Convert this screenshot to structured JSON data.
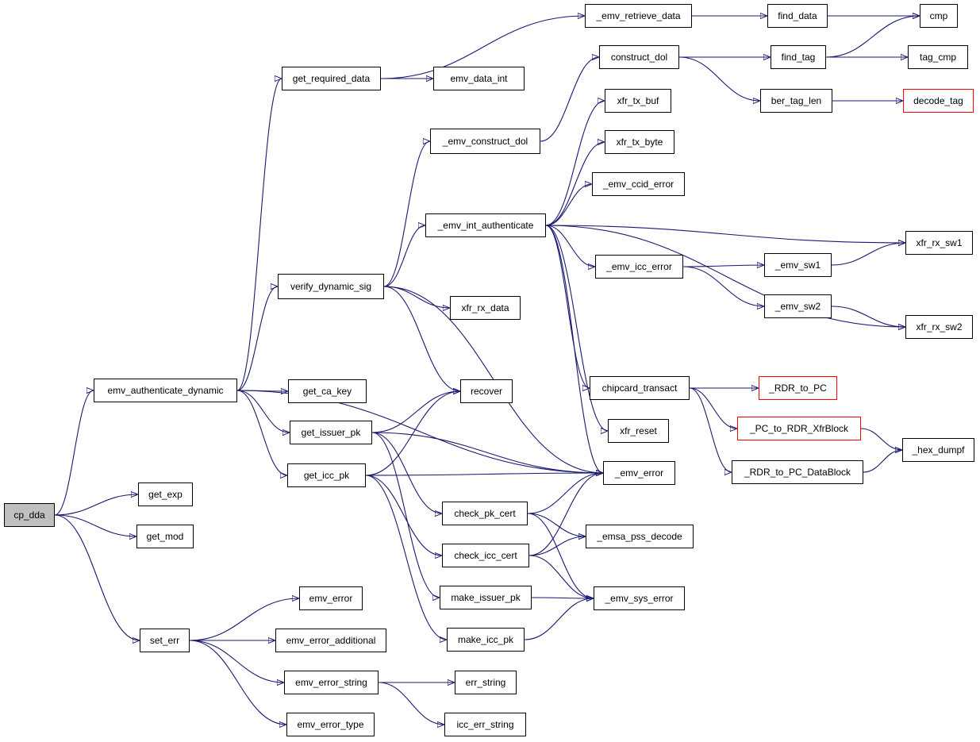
{
  "colors": {
    "edge": "#191970",
    "root_fill": "#bfbfbf",
    "node_border": "#000000",
    "truncated_border": "#ff0000"
  },
  "nodes": [
    {
      "id": "cp_dda",
      "label": "cp_dda",
      "kind": "root"
    },
    {
      "id": "emv_authenticate_dynamic",
      "label": "emv_authenticate_dynamic"
    },
    {
      "id": "get_exp",
      "label": "get_exp"
    },
    {
      "id": "get_mod",
      "label": "get_mod"
    },
    {
      "id": "set_err",
      "label": "set_err"
    },
    {
      "id": "get_required_data",
      "label": "get_required_data"
    },
    {
      "id": "verify_dynamic_sig",
      "label": "verify_dynamic_sig"
    },
    {
      "id": "get_ca_key",
      "label": "get_ca_key"
    },
    {
      "id": "get_issuer_pk",
      "label": "get_issuer_pk"
    },
    {
      "id": "get_icc_pk",
      "label": "get_icc_pk"
    },
    {
      "id": "emv_error",
      "label": "emv_error"
    },
    {
      "id": "emv_error_additional",
      "label": "emv_error_additional"
    },
    {
      "id": "emv_error_string",
      "label": "emv_error_string"
    },
    {
      "id": "emv_error_type",
      "label": "emv_error_type"
    },
    {
      "id": "_emv_retrieve_data",
      "label": "_emv_retrieve_data"
    },
    {
      "id": "emv_data_int",
      "label": "emv_data_int"
    },
    {
      "id": "_emv_construct_dol",
      "label": "_emv_construct_dol"
    },
    {
      "id": "_emv_int_authenticate",
      "label": "_emv_int_authenticate"
    },
    {
      "id": "xfr_rx_data",
      "label": "xfr_rx_data"
    },
    {
      "id": "recover",
      "label": "recover"
    },
    {
      "id": "_emv_error",
      "label": "_emv_error"
    },
    {
      "id": "check_pk_cert",
      "label": "check_pk_cert"
    },
    {
      "id": "check_icc_cert",
      "label": "check_icc_cert"
    },
    {
      "id": "make_issuer_pk",
      "label": "make_issuer_pk"
    },
    {
      "id": "make_icc_pk",
      "label": "make_icc_pk"
    },
    {
      "id": "err_string",
      "label": "err_string"
    },
    {
      "id": "icc_err_string",
      "label": "icc_err_string"
    },
    {
      "id": "find_data",
      "label": "find_data"
    },
    {
      "id": "construct_dol",
      "label": "construct_dol"
    },
    {
      "id": "xfr_tx_buf",
      "label": "xfr_tx_buf"
    },
    {
      "id": "xfr_tx_byte",
      "label": "xfr_tx_byte"
    },
    {
      "id": "_emv_ccid_error",
      "label": "_emv_ccid_error"
    },
    {
      "id": "_emv_icc_error",
      "label": "_emv_icc_error"
    },
    {
      "id": "chipcard_transact",
      "label": "chipcard_transact"
    },
    {
      "id": "xfr_reset",
      "label": "xfr_reset"
    },
    {
      "id": "_emsa_pss_decode",
      "label": "_emsa_pss_decode"
    },
    {
      "id": "_emv_sys_error",
      "label": "_emv_sys_error"
    },
    {
      "id": "cmp",
      "label": "cmp"
    },
    {
      "id": "find_tag",
      "label": "find_tag"
    },
    {
      "id": "ber_tag_len",
      "label": "ber_tag_len"
    },
    {
      "id": "tag_cmp",
      "label": "tag_cmp"
    },
    {
      "id": "decode_tag",
      "label": "decode_tag",
      "kind": "truncated"
    },
    {
      "id": "_emv_sw1",
      "label": "_emv_sw1"
    },
    {
      "id": "_emv_sw2",
      "label": "_emv_sw2"
    },
    {
      "id": "xfr_rx_sw1",
      "label": "xfr_rx_sw1"
    },
    {
      "id": "xfr_rx_sw2",
      "label": "xfr_rx_sw2"
    },
    {
      "id": "_RDR_to_PC",
      "label": "_RDR_to_PC",
      "kind": "truncated"
    },
    {
      "id": "_PC_to_RDR_XfrBlock",
      "label": "_PC_to_RDR_XfrBlock",
      "kind": "truncated"
    },
    {
      "id": "_RDR_to_PC_DataBlock",
      "label": "_RDR_to_PC_DataBlock"
    },
    {
      "id": "_hex_dumpf",
      "label": "_hex_dumpf"
    }
  ],
  "edges": [
    [
      "cp_dda",
      "emv_authenticate_dynamic"
    ],
    [
      "cp_dda",
      "get_exp"
    ],
    [
      "cp_dda",
      "get_mod"
    ],
    [
      "cp_dda",
      "set_err"
    ],
    [
      "emv_authenticate_dynamic",
      "get_required_data"
    ],
    [
      "emv_authenticate_dynamic",
      "verify_dynamic_sig"
    ],
    [
      "emv_authenticate_dynamic",
      "get_ca_key"
    ],
    [
      "emv_authenticate_dynamic",
      "get_issuer_pk"
    ],
    [
      "emv_authenticate_dynamic",
      "get_icc_pk"
    ],
    [
      "emv_authenticate_dynamic",
      "_emv_error"
    ],
    [
      "get_required_data",
      "_emv_retrieve_data"
    ],
    [
      "get_required_data",
      "emv_data_int"
    ],
    [
      "_emv_retrieve_data",
      "find_data"
    ],
    [
      "find_data",
      "cmp"
    ],
    [
      "verify_dynamic_sig",
      "_emv_construct_dol"
    ],
    [
      "verify_dynamic_sig",
      "_emv_int_authenticate"
    ],
    [
      "verify_dynamic_sig",
      "xfr_rx_data"
    ],
    [
      "verify_dynamic_sig",
      "recover"
    ],
    [
      "verify_dynamic_sig",
      "_emv_error"
    ],
    [
      "_emv_construct_dol",
      "construct_dol"
    ],
    [
      "construct_dol",
      "find_tag"
    ],
    [
      "construct_dol",
      "ber_tag_len"
    ],
    [
      "find_tag",
      "cmp"
    ],
    [
      "find_tag",
      "tag_cmp"
    ],
    [
      "ber_tag_len",
      "decode_tag"
    ],
    [
      "_emv_int_authenticate",
      "xfr_tx_buf"
    ],
    [
      "_emv_int_authenticate",
      "xfr_tx_byte"
    ],
    [
      "_emv_int_authenticate",
      "_emv_ccid_error"
    ],
    [
      "_emv_int_authenticate",
      "xfr_rx_sw1"
    ],
    [
      "_emv_int_authenticate",
      "_emv_icc_error"
    ],
    [
      "_emv_int_authenticate",
      "xfr_rx_sw2"
    ],
    [
      "_emv_int_authenticate",
      "chipcard_transact"
    ],
    [
      "_emv_int_authenticate",
      "xfr_reset"
    ],
    [
      "_emv_int_authenticate",
      "_emv_error"
    ],
    [
      "_emv_icc_error",
      "_emv_sw1"
    ],
    [
      "_emv_icc_error",
      "_emv_sw2"
    ],
    [
      "_emv_sw1",
      "xfr_rx_sw1"
    ],
    [
      "_emv_sw2",
      "xfr_rx_sw2"
    ],
    [
      "chipcard_transact",
      "_RDR_to_PC"
    ],
    [
      "chipcard_transact",
      "_PC_to_RDR_XfrBlock"
    ],
    [
      "chipcard_transact",
      "_RDR_to_PC_DataBlock"
    ],
    [
      "_PC_to_RDR_XfrBlock",
      "_hex_dumpf"
    ],
    [
      "_RDR_to_PC_DataBlock",
      "_hex_dumpf"
    ],
    [
      "get_issuer_pk",
      "recover"
    ],
    [
      "get_issuer_pk",
      "_emv_error"
    ],
    [
      "get_issuer_pk",
      "check_pk_cert"
    ],
    [
      "get_issuer_pk",
      "make_issuer_pk"
    ],
    [
      "get_icc_pk",
      "recover"
    ],
    [
      "get_icc_pk",
      "_emv_error"
    ],
    [
      "get_icc_pk",
      "check_icc_cert"
    ],
    [
      "get_icc_pk",
      "make_icc_pk"
    ],
    [
      "check_pk_cert",
      "_emv_error"
    ],
    [
      "check_pk_cert",
      "_emsa_pss_decode"
    ],
    [
      "check_pk_cert",
      "_emv_sys_error"
    ],
    [
      "check_icc_cert",
      "_emv_error"
    ],
    [
      "check_icc_cert",
      "_emsa_pss_decode"
    ],
    [
      "check_icc_cert",
      "_emv_sys_error"
    ],
    [
      "make_issuer_pk",
      "_emv_sys_error"
    ],
    [
      "make_icc_pk",
      "_emv_sys_error"
    ],
    [
      "set_err",
      "emv_error"
    ],
    [
      "set_err",
      "emv_error_additional"
    ],
    [
      "set_err",
      "emv_error_string"
    ],
    [
      "set_err",
      "emv_error_type"
    ],
    [
      "emv_error_string",
      "err_string"
    ],
    [
      "emv_error_string",
      "icc_err_string"
    ]
  ]
}
